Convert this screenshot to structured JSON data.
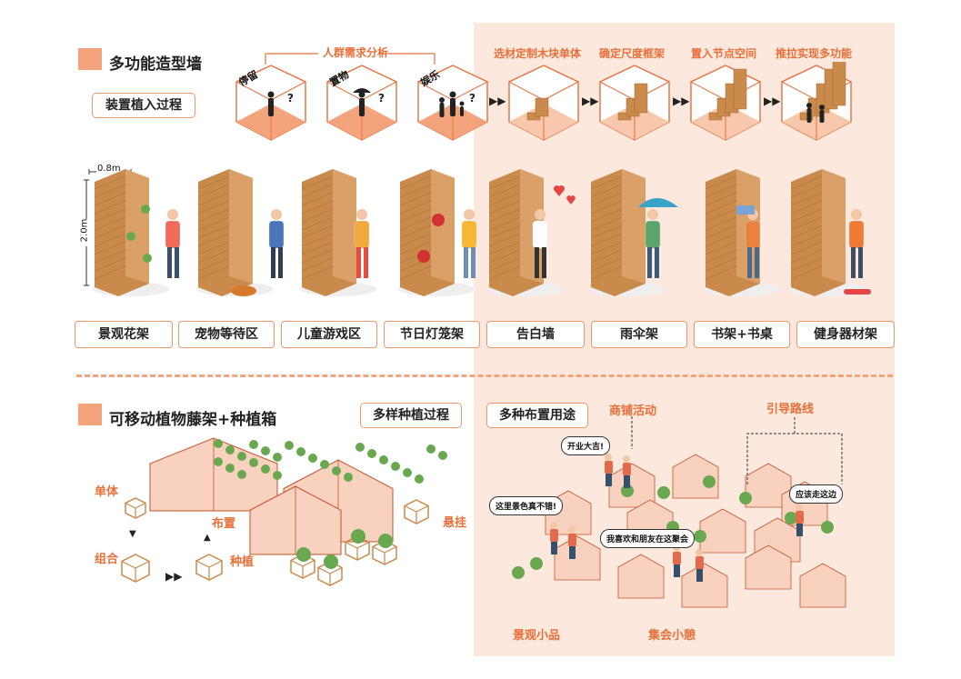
{
  "section1": {
    "title": "多功能造型墙",
    "process_label": "装置植入过程",
    "demand_title": "人群需求分析",
    "demand_cubes": [
      "停留",
      "置物",
      "娱乐"
    ],
    "steps": [
      "选材定制木块单体",
      "确定尺度框架",
      "置入节点空间",
      "推拉实现多功能"
    ],
    "dimension_width": "0.8m",
    "dimension_height": "2.0m",
    "categories": [
      "景观花架",
      "宠物等待区",
      "儿童游戏区",
      "节日灯笼架",
      "告白墙",
      "雨伞架",
      "书架+书桌",
      "健身器材架"
    ]
  },
  "section2": {
    "title": "可移动植物藤架+种植箱",
    "process_label": "多样种植过程",
    "layout_label": "多种布置用途",
    "left_labels": [
      "单体",
      "组合",
      "布置",
      "种植",
      "悬挂"
    ],
    "right_labels": [
      "商铺活动",
      "引导路线",
      "景观小品",
      "集会小憩"
    ],
    "bubbles": [
      "开业大吉!",
      "这里景色真不错!",
      "我喜欢和朋友在这聚会",
      "应该走这边"
    ]
  },
  "colors": {
    "accent": "#f4a47c",
    "accent_text": "#e8703a",
    "wood": "#c98a4b",
    "plant": "#6aa84f",
    "pink_panel": "#fde8de"
  }
}
